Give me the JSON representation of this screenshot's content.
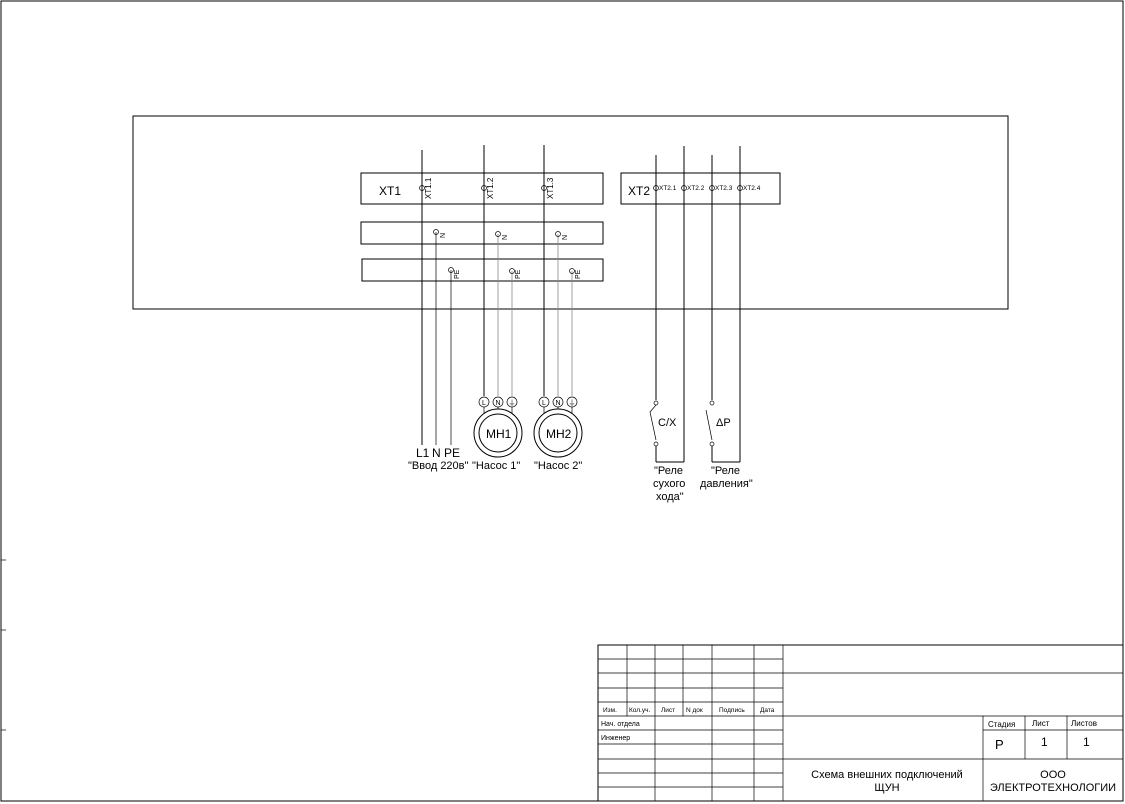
{
  "terminal_blocks": {
    "xt1": {
      "label": "XT1",
      "terminals": [
        "XT1.1",
        "XT1.2",
        "XT1.3"
      ],
      "n_bus": [
        "N",
        "N",
        "N"
      ],
      "pe_bus": [
        "PE",
        "PE",
        "PE"
      ]
    },
    "xt2": {
      "label": "XT2",
      "terminals": [
        "XT2.1",
        "XT2.2",
        "XT2.3",
        "XT2.4"
      ]
    }
  },
  "feed": {
    "wires": [
      "L1",
      "N",
      "PE"
    ],
    "caption": "\"Ввод 220в\""
  },
  "motors": [
    {
      "label": "MH1",
      "caption": "\"Насос 1\"",
      "pins": [
        "L",
        "N",
        "⏚"
      ]
    },
    {
      "label": "MH2",
      "caption": "\"Насос 2\"",
      "pins": [
        "L",
        "N",
        "⏚"
      ]
    }
  ],
  "relays": [
    {
      "symbol": "С/Х",
      "caption_lines": [
        "\"Реле",
        "сухого",
        "хода\""
      ]
    },
    {
      "symbol": "ΔР",
      "caption_lines": [
        "\"Реле",
        "давления\""
      ]
    }
  ],
  "title_block": {
    "headers": [
      "Изм.",
      "Кол.уч.",
      "Лист",
      "N док",
      "Подпись",
      "Дата"
    ],
    "roles": [
      "Нач. отдела",
      "Инженер"
    ],
    "stage_header": "Стадия",
    "sheet_header": "Лист",
    "sheets_header": "Листов",
    "stage": "Р",
    "sheet": "1",
    "sheets": "1",
    "title_lines": [
      "Схема внешних подключений",
      "ЩУН"
    ],
    "company_lines": [
      "ООО",
      "ЭЛЕКТРОТЕХНОЛОГИИ"
    ]
  }
}
